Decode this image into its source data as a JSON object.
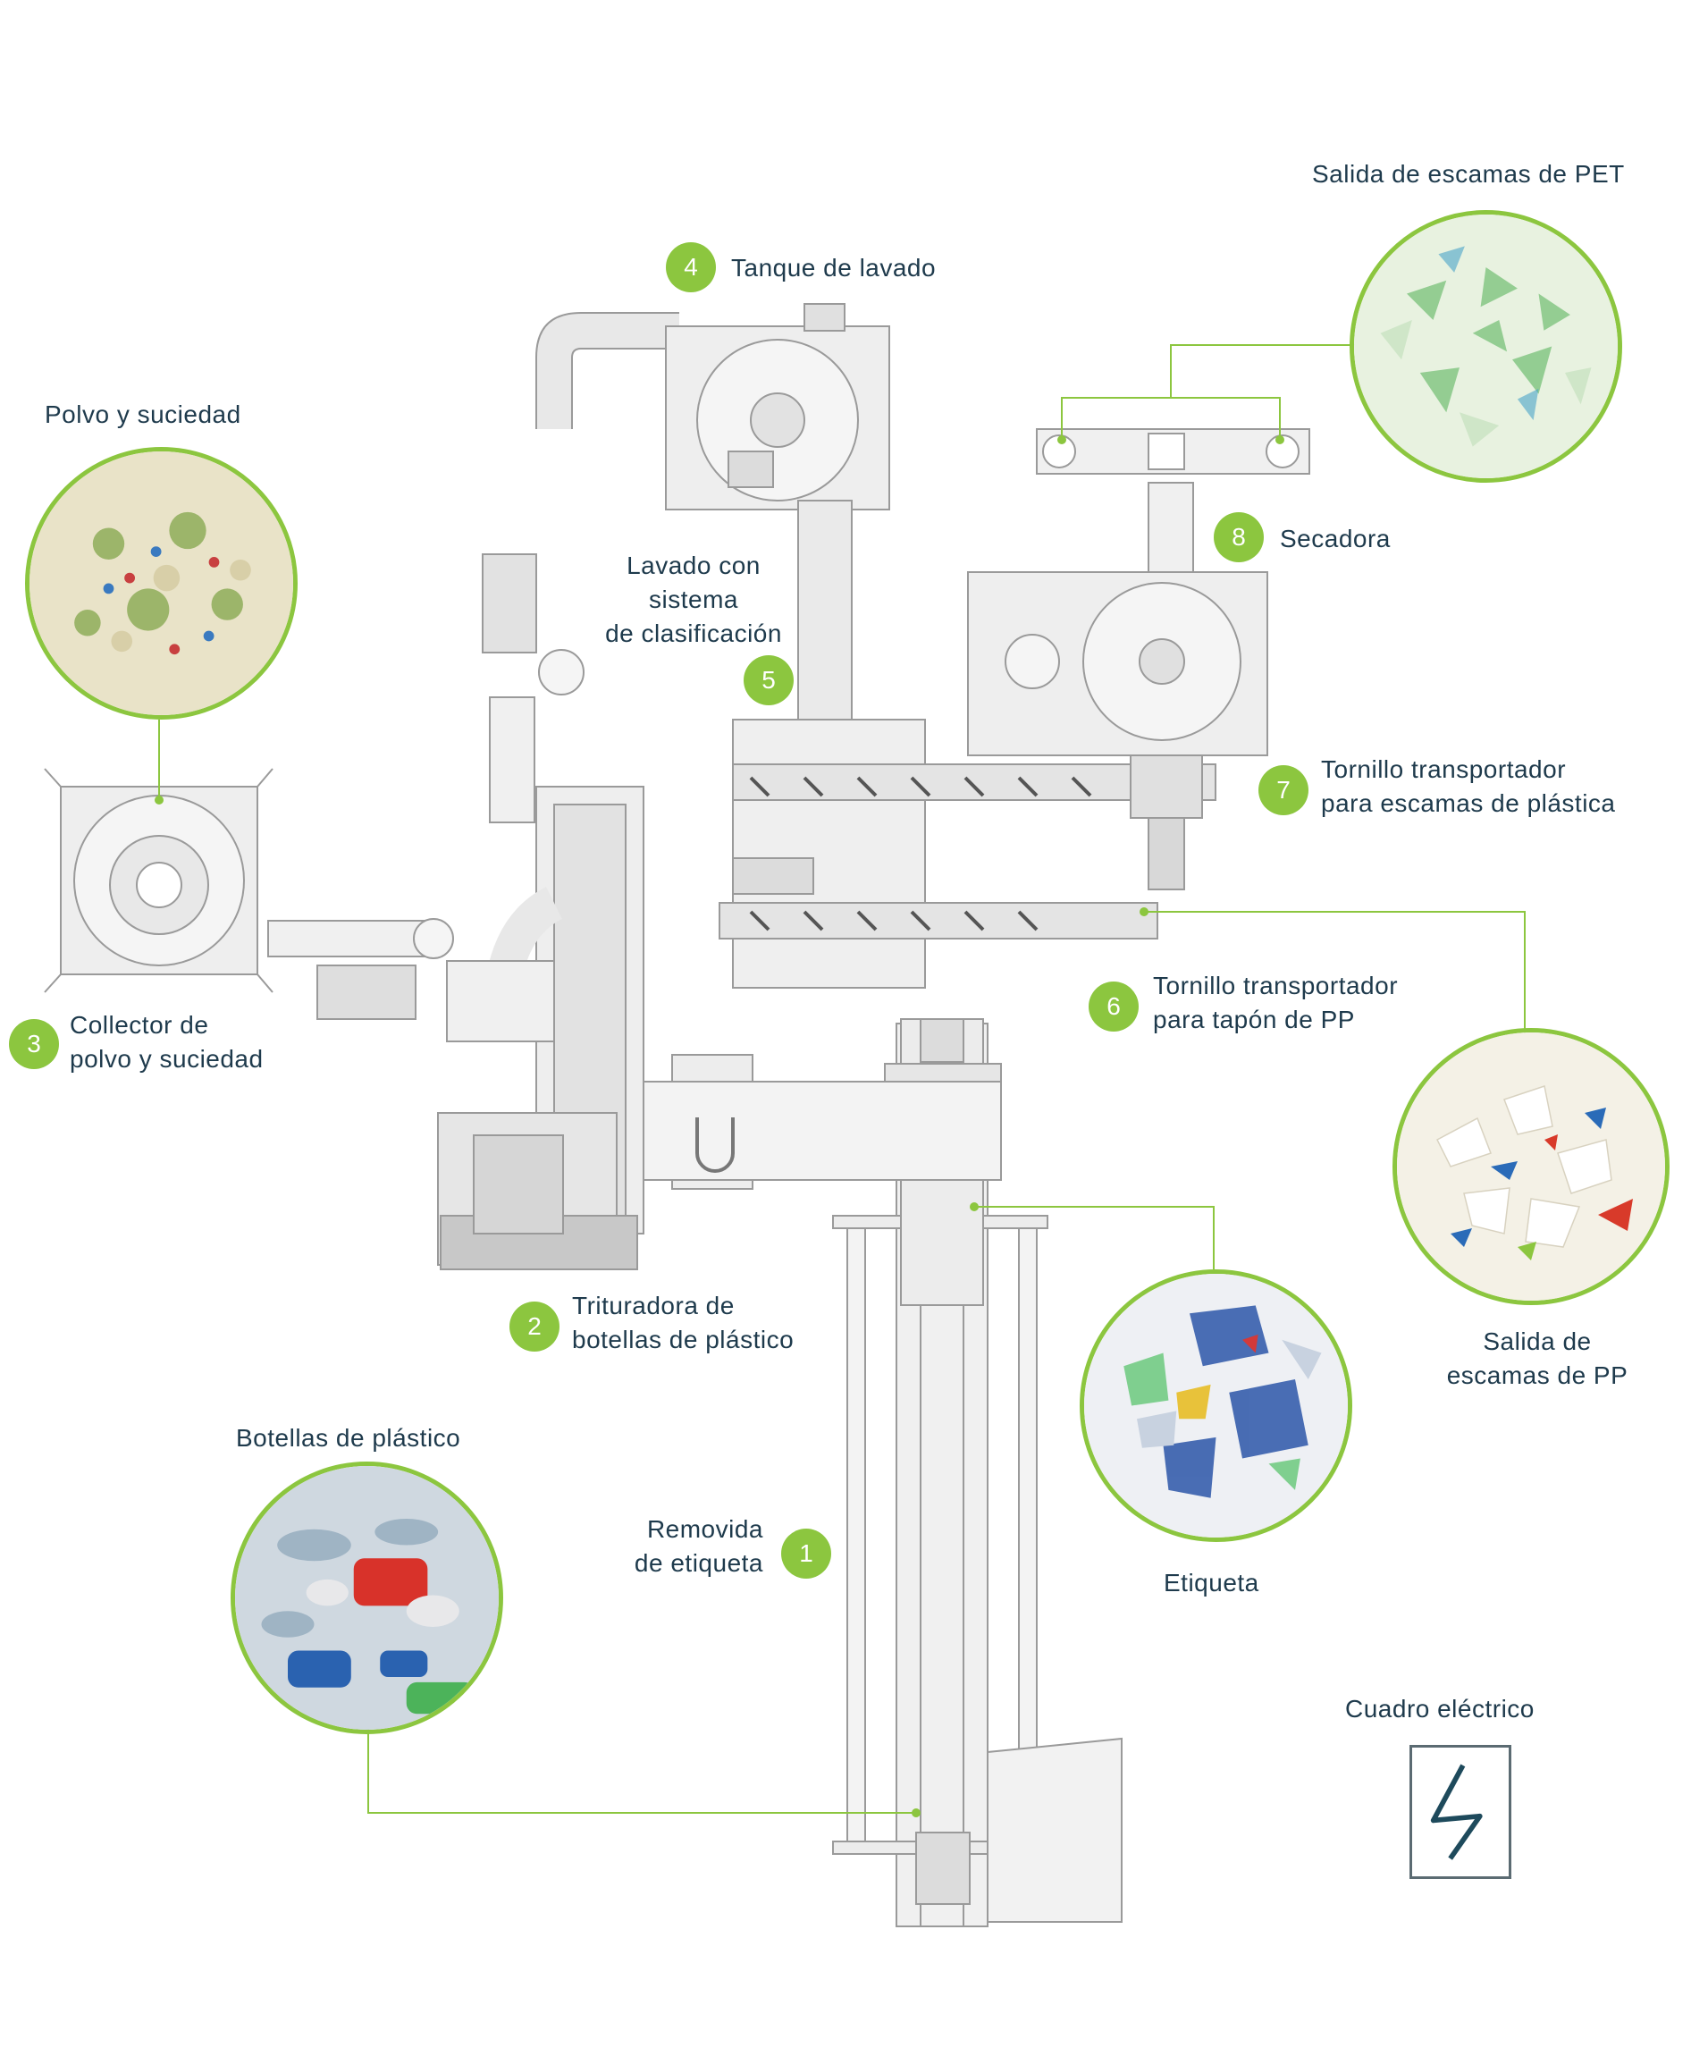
{
  "accent_color": "#8cc63f",
  "text_color": "#1e3a4c",
  "machine_color": "#9a9a9a",
  "steps": [
    {
      "num": "1",
      "label_lines": [
        "Removida",
        "de etiqueta"
      ]
    },
    {
      "num": "2",
      "label_lines": [
        "Trituradora de",
        "botellas de plástico"
      ]
    },
    {
      "num": "3",
      "label_lines": [
        "Collector de",
        "polvo y suciedad"
      ]
    },
    {
      "num": "4",
      "label_lines": [
        "Tanque de lavado"
      ]
    },
    {
      "num": "5",
      "label_lines": [
        "Lavado con",
        "sistema",
        "de clasificación"
      ]
    },
    {
      "num": "6",
      "label_lines": [
        "Tornillo transportador",
        "para tapón de PP"
      ]
    },
    {
      "num": "7",
      "label_lines": [
        "Tornillo transportador",
        "para escamas de plástica"
      ]
    },
    {
      "num": "8",
      "label_lines": [
        "Secadora"
      ]
    }
  ],
  "photos": [
    {
      "id": "pet",
      "caption_lines": [
        "Salida de escamas de PET"
      ]
    },
    {
      "id": "dust",
      "caption_lines": [
        "Polvo y suciedad"
      ]
    },
    {
      "id": "pp",
      "caption_lines": [
        "Salida de",
        "escamas de PP"
      ]
    },
    {
      "id": "label",
      "caption_lines": [
        "Etiqueta"
      ]
    },
    {
      "id": "bottles",
      "caption_lines": [
        "Botellas de plástico"
      ]
    }
  ],
  "panel": {
    "caption": "Cuadro eléctrico",
    "icon": "lightning-icon"
  }
}
